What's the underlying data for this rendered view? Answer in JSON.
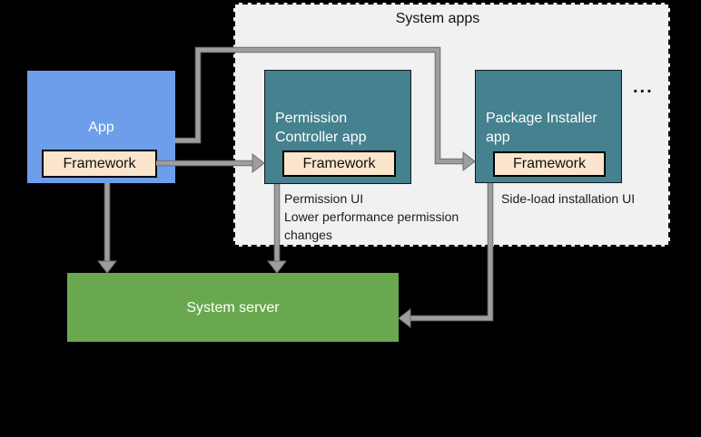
{
  "diagram": {
    "system_apps": {
      "title": "System apps",
      "more_indicator": "..."
    },
    "app": {
      "title": "App",
      "framework": "Framework"
    },
    "permission_controller": {
      "title": "Permission Controller app",
      "framework": "Framework",
      "note_line1": "Permission UI",
      "note_line2": "Lower performance permission changes"
    },
    "package_installer": {
      "title": "Package Installer app",
      "framework": "Framework",
      "note": "Side-load installation UI"
    },
    "system_server": {
      "title": "System server"
    },
    "colors": {
      "background": "#000000",
      "panel_fill": "#F1F1F1",
      "app_fill": "#6D9EEB",
      "system_app_fill": "#45818E",
      "framework_fill": "#FCE5CD",
      "server_fill": "#6AA84F",
      "arrow": "#9E9E9E"
    }
  }
}
